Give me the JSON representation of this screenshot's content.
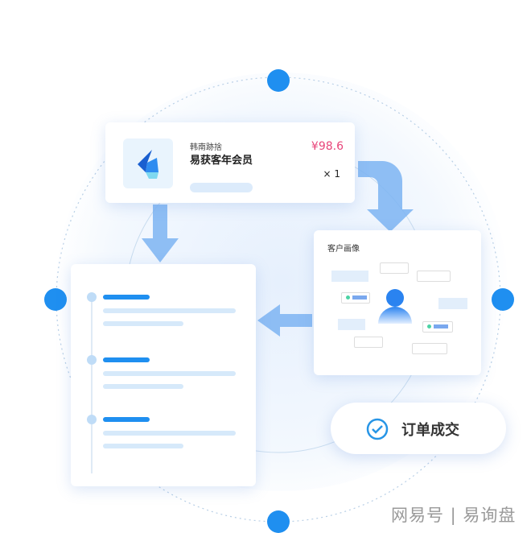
{
  "product_card": {
    "subtitle": "韩南跡捨",
    "name": "易获客年会员",
    "price": "¥98.6",
    "quantity": "× 1"
  },
  "portrait_card": {
    "title": "客户画像"
  },
  "deal_badge": {
    "label": "订单成交"
  },
  "watermark": "网易号 | 易询盘",
  "colors": {
    "accent": "#1f8ff0",
    "price": "#e8457a",
    "light": "#bfdcf7"
  }
}
